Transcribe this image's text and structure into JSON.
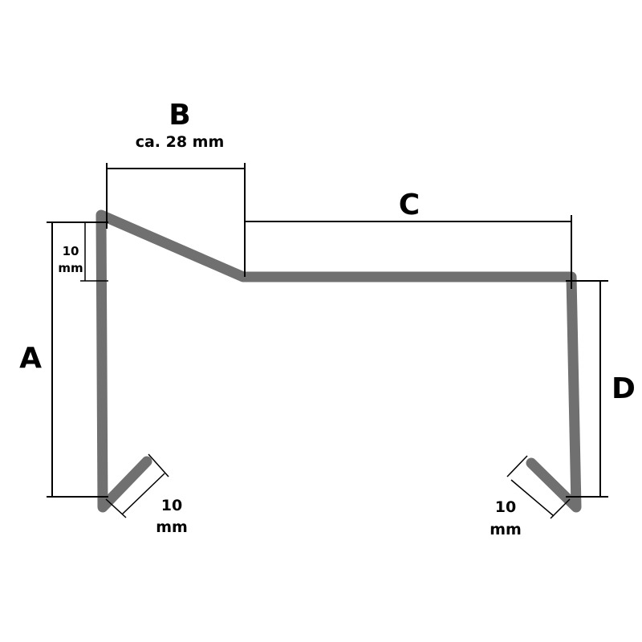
{
  "colors": {
    "profile": "#707070",
    "dimension": "#000000",
    "background": "#ffffff"
  },
  "labels": {
    "A": "A",
    "B": "B",
    "B_note": "ca. 28 mm",
    "C": "C",
    "D": "D",
    "top_left_value": "10",
    "top_left_unit": "mm",
    "bottom_left_value": "10",
    "bottom_left_unit": "mm",
    "bottom_right_value": "10",
    "bottom_right_unit": "mm"
  }
}
